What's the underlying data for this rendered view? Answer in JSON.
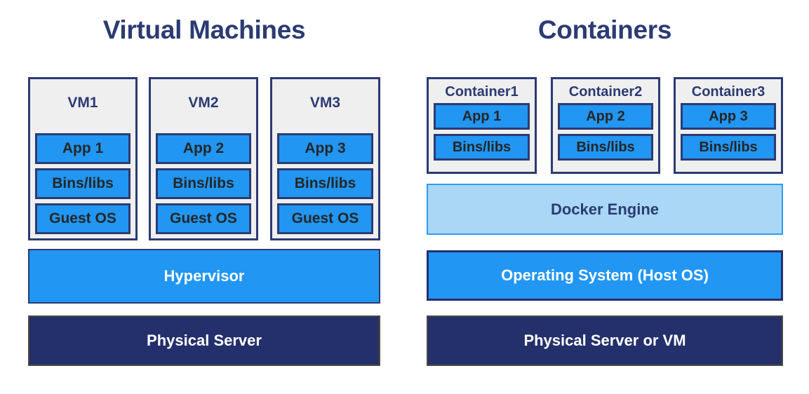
{
  "diagram": {
    "background": "#ffffff",
    "colors": {
      "title_navy": "#2b3b73",
      "box_border_navy": "#2b3b73",
      "column_fill_gray": "#efefef",
      "sub_box_blue": "#2196f3",
      "docker_engine_blue": "#a9d7f5",
      "physical_server_navy": "#24306b",
      "text_dark": "#262626",
      "text_white": "#ffffff"
    }
  },
  "left_section": {
    "title": "Virtual Machines",
    "columns": [
      {
        "label": "VM1",
        "layers": [
          "App 1",
          "Bins/libs",
          "Guest OS"
        ]
      },
      {
        "label": "VM2",
        "layers": [
          "App 2",
          "Bins/libs",
          "Guest OS"
        ]
      },
      {
        "label": "VM3",
        "layers": [
          "App 3",
          "Bins/libs",
          "Guest OS"
        ]
      }
    ],
    "bars": [
      {
        "label": "Hypervisor"
      },
      {
        "label": "Physical Server"
      }
    ]
  },
  "right_section": {
    "title": "Containers",
    "columns": [
      {
        "label": "Container1",
        "layers": [
          "App 1",
          "Bins/libs"
        ]
      },
      {
        "label": "Container2",
        "layers": [
          "App 2",
          "Bins/libs"
        ]
      },
      {
        "label": "Container3",
        "layers": [
          "App 3",
          "Bins/libs"
        ]
      }
    ],
    "bars": [
      {
        "label": "Docker Engine"
      },
      {
        "label": "Operating System (Host OS)"
      },
      {
        "label": "Physical Server or VM"
      }
    ]
  }
}
